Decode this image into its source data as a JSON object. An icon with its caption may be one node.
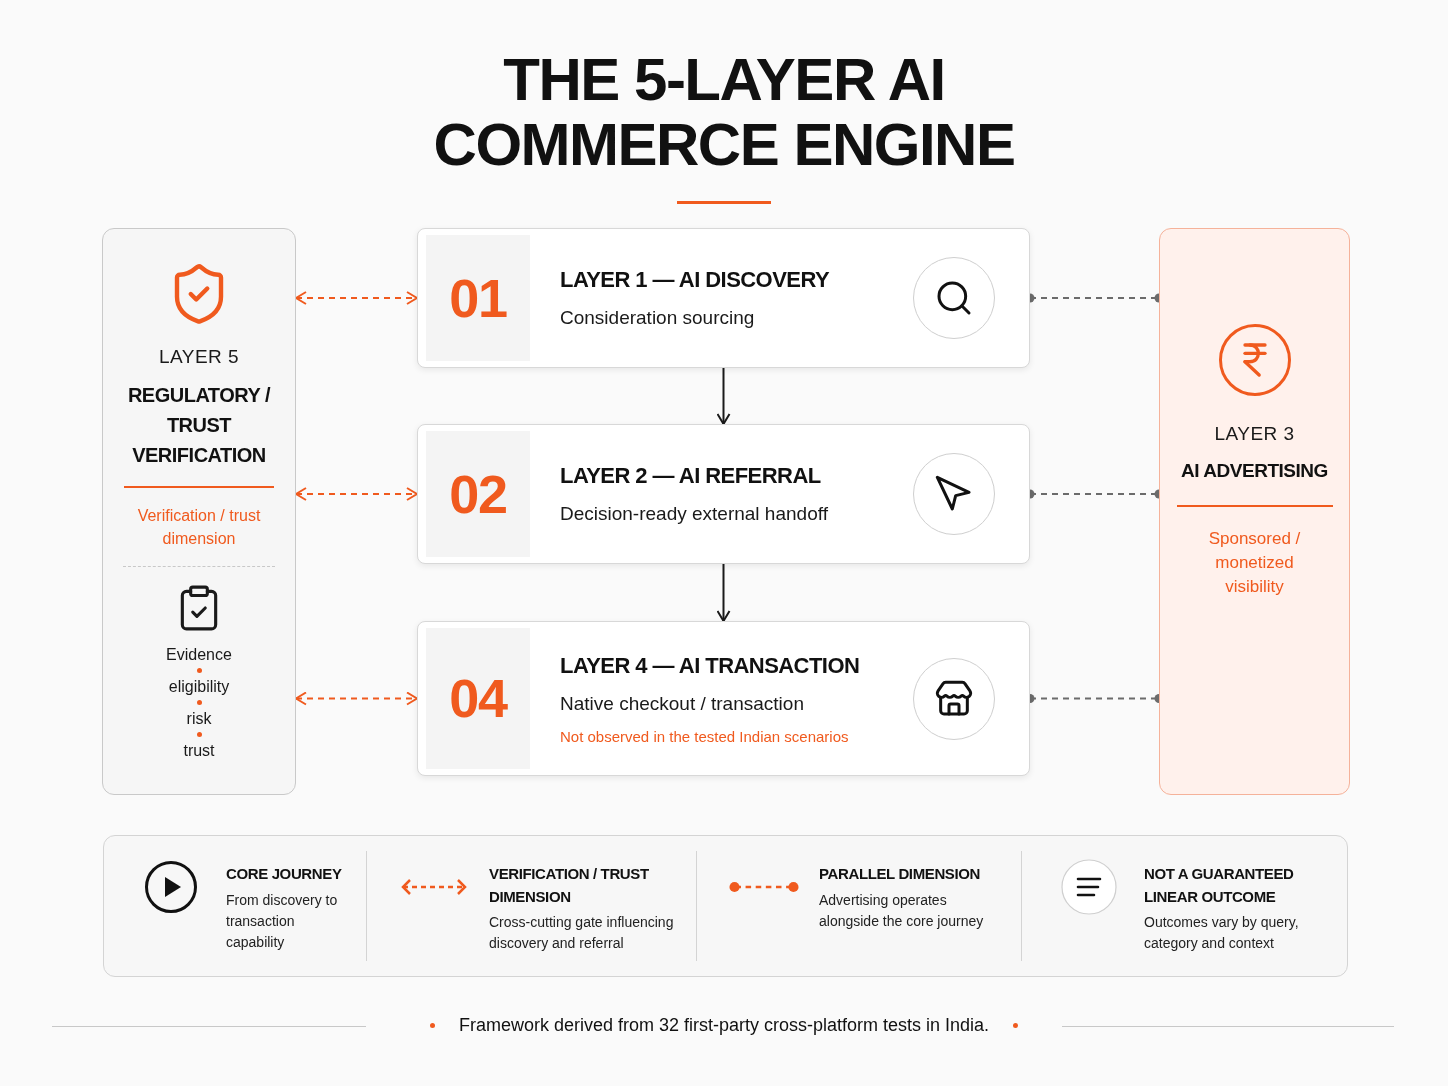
{
  "diagram": {
    "title": "THE 5-LAYER AI COMMERCE ENGINE",
    "caption": "Framework derived from 32 first-party cross-platform tests in India.",
    "nodes": [
      {
        "text": [
          "LAYER 5",
          "REGULATORY / TRUST VERIFICATION",
          "Verification / trust dimension",
          "Evidence",
          "eligibility",
          "risk",
          "trust"
        ]
      },
      {
        "text": [
          "01",
          "LAYER 1 — AI DISCOVERY",
          "Consideration sourcing"
        ]
      },
      {
        "text": [
          "02",
          "LAYER 2 — AI REFERRAL",
          "Decision-ready external handoff"
        ]
      },
      {
        "text": [
          "04",
          "LAYER 4 — AI TRANSACTION",
          "Native checkout / transaction",
          "Not observed in the tested Indian scenarios"
        ]
      },
      {
        "text": [
          "LAYER 3",
          "AI ADVERTISING",
          "Sponsored / monetized visibility"
        ]
      }
    ],
    "edges": [
      {
        "from": 0,
        "to": 1,
        "arrow": "both",
        "style": "dashed",
        "color": "#f05a1e"
      },
      {
        "from": 0,
        "to": 2,
        "arrow": "both",
        "style": "dashed",
        "color": "#f05a1e"
      },
      {
        "from": 0,
        "to": 3,
        "arrow": "both",
        "style": "dashed",
        "color": "#f05a1e"
      },
      {
        "from": 1,
        "to": 2,
        "arrow": "to",
        "color": "#1a1a1a"
      },
      {
        "from": 2,
        "to": 3,
        "arrow": "to",
        "color": "#1a1a1a"
      },
      {
        "from": 1,
        "to": 4,
        "arrow": "other",
        "style": "dashed",
        "color": "#6b6b6b"
      },
      {
        "from": 2,
        "to": 4,
        "arrow": "other",
        "style": "dashed",
        "color": "#6b6b6b"
      },
      {
        "from": 3,
        "to": 4,
        "arrow": "other",
        "style": "dashed",
        "color": "#6b6b6b"
      }
    ],
    "labels": [
      "From discovery to transaction capability",
      "Cross-cutting gate influencing discovery and referral",
      "Advertising operates alongside the core journey",
      "Outcomes vary by query, category and context"
    ],
    "legend": [
      {
        "text": "CORE JOURNEY"
      },
      {
        "text": "VERIFICATION / TRUST DIMENSION"
      },
      {
        "text": "PARALLEL DIMENSION"
      },
      {
        "text": "NOT A GUARANTEED LINEAR OUTCOME"
      }
    ]
  }
}
